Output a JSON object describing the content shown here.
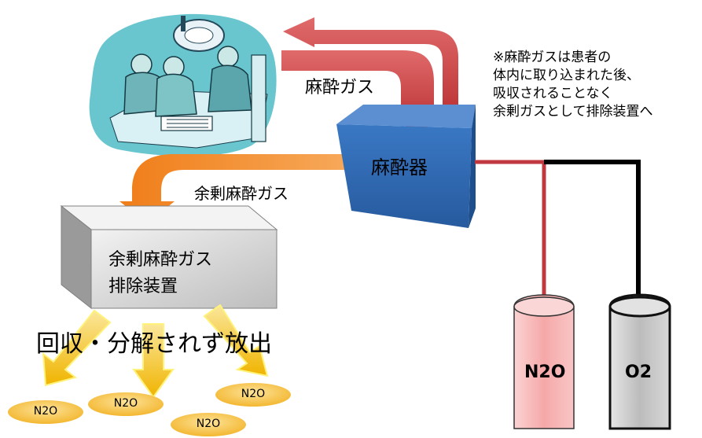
{
  "labels": {
    "anesthesia_gas": "麻酔ガス",
    "machine": "麻酔器",
    "surplus_gas": "余剰麻酔ガス",
    "scavenger_line1": "余剰麻酔ガス",
    "scavenger_line2": "排除装置",
    "released": "回収・分解されず放出"
  },
  "note_lines": [
    "※麻酔ガスは患者の",
    "体内に取り込まれた後、",
    "吸収されることなく",
    "余剰ガスとして排除装置へ"
  ],
  "cylinders": {
    "n2o": "N2O",
    "o2": "O2"
  },
  "emissions": [
    "N2O",
    "N2O",
    "N2O",
    "N2O"
  ],
  "colors": {
    "gas_arrow": "#c0393f",
    "surplus_arrow": "#f28b2c",
    "machine_box": "#2f67b1",
    "scavenger_box": "#d9d9d9",
    "n2o_cylinder": "#f7b7b7",
    "o2_cylinder": "#cfcfcf",
    "emission_arrow": "#f2c21b",
    "emission_ellipse": "#f6c64a"
  },
  "icons": {
    "illustration": "surgery-room-illustration"
  }
}
